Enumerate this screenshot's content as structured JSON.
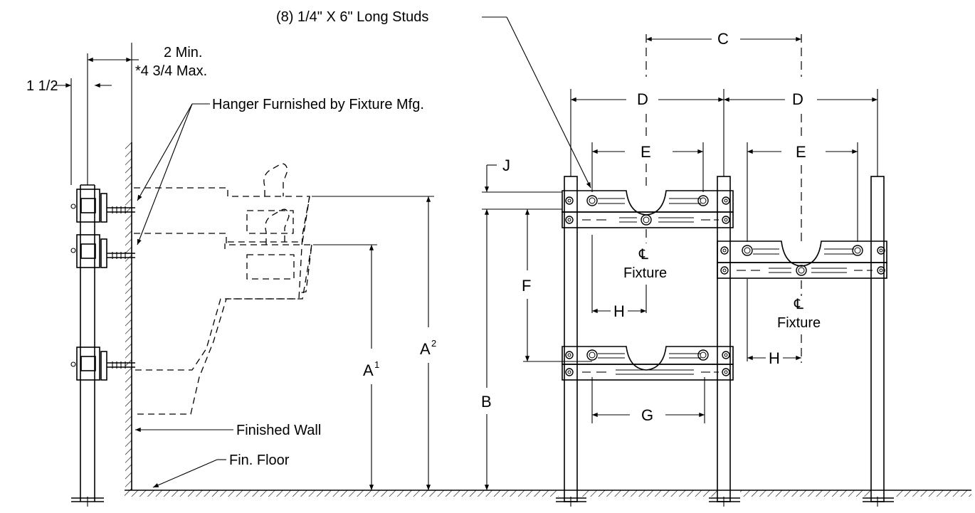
{
  "labels": {
    "studs": "(8) 1/4\" X 6\" Long Studs",
    "min": "2 Min.",
    "max": "*4 3/4 Max.",
    "one_half": "1 1/2",
    "hanger": "Hanger Furnished by Fixture Mfg.",
    "finished_wall": "Finished Wall",
    "fin_floor": "Fin. Floor",
    "fixture": "Fixture",
    "centerline": "℄"
  },
  "dims": {
    "A": "A",
    "A1_sup": "1",
    "A2_sup": "2",
    "B": "B",
    "C": "C",
    "D": "D",
    "E": "E",
    "F": "F",
    "G": "G",
    "H": "H",
    "J": "J"
  }
}
